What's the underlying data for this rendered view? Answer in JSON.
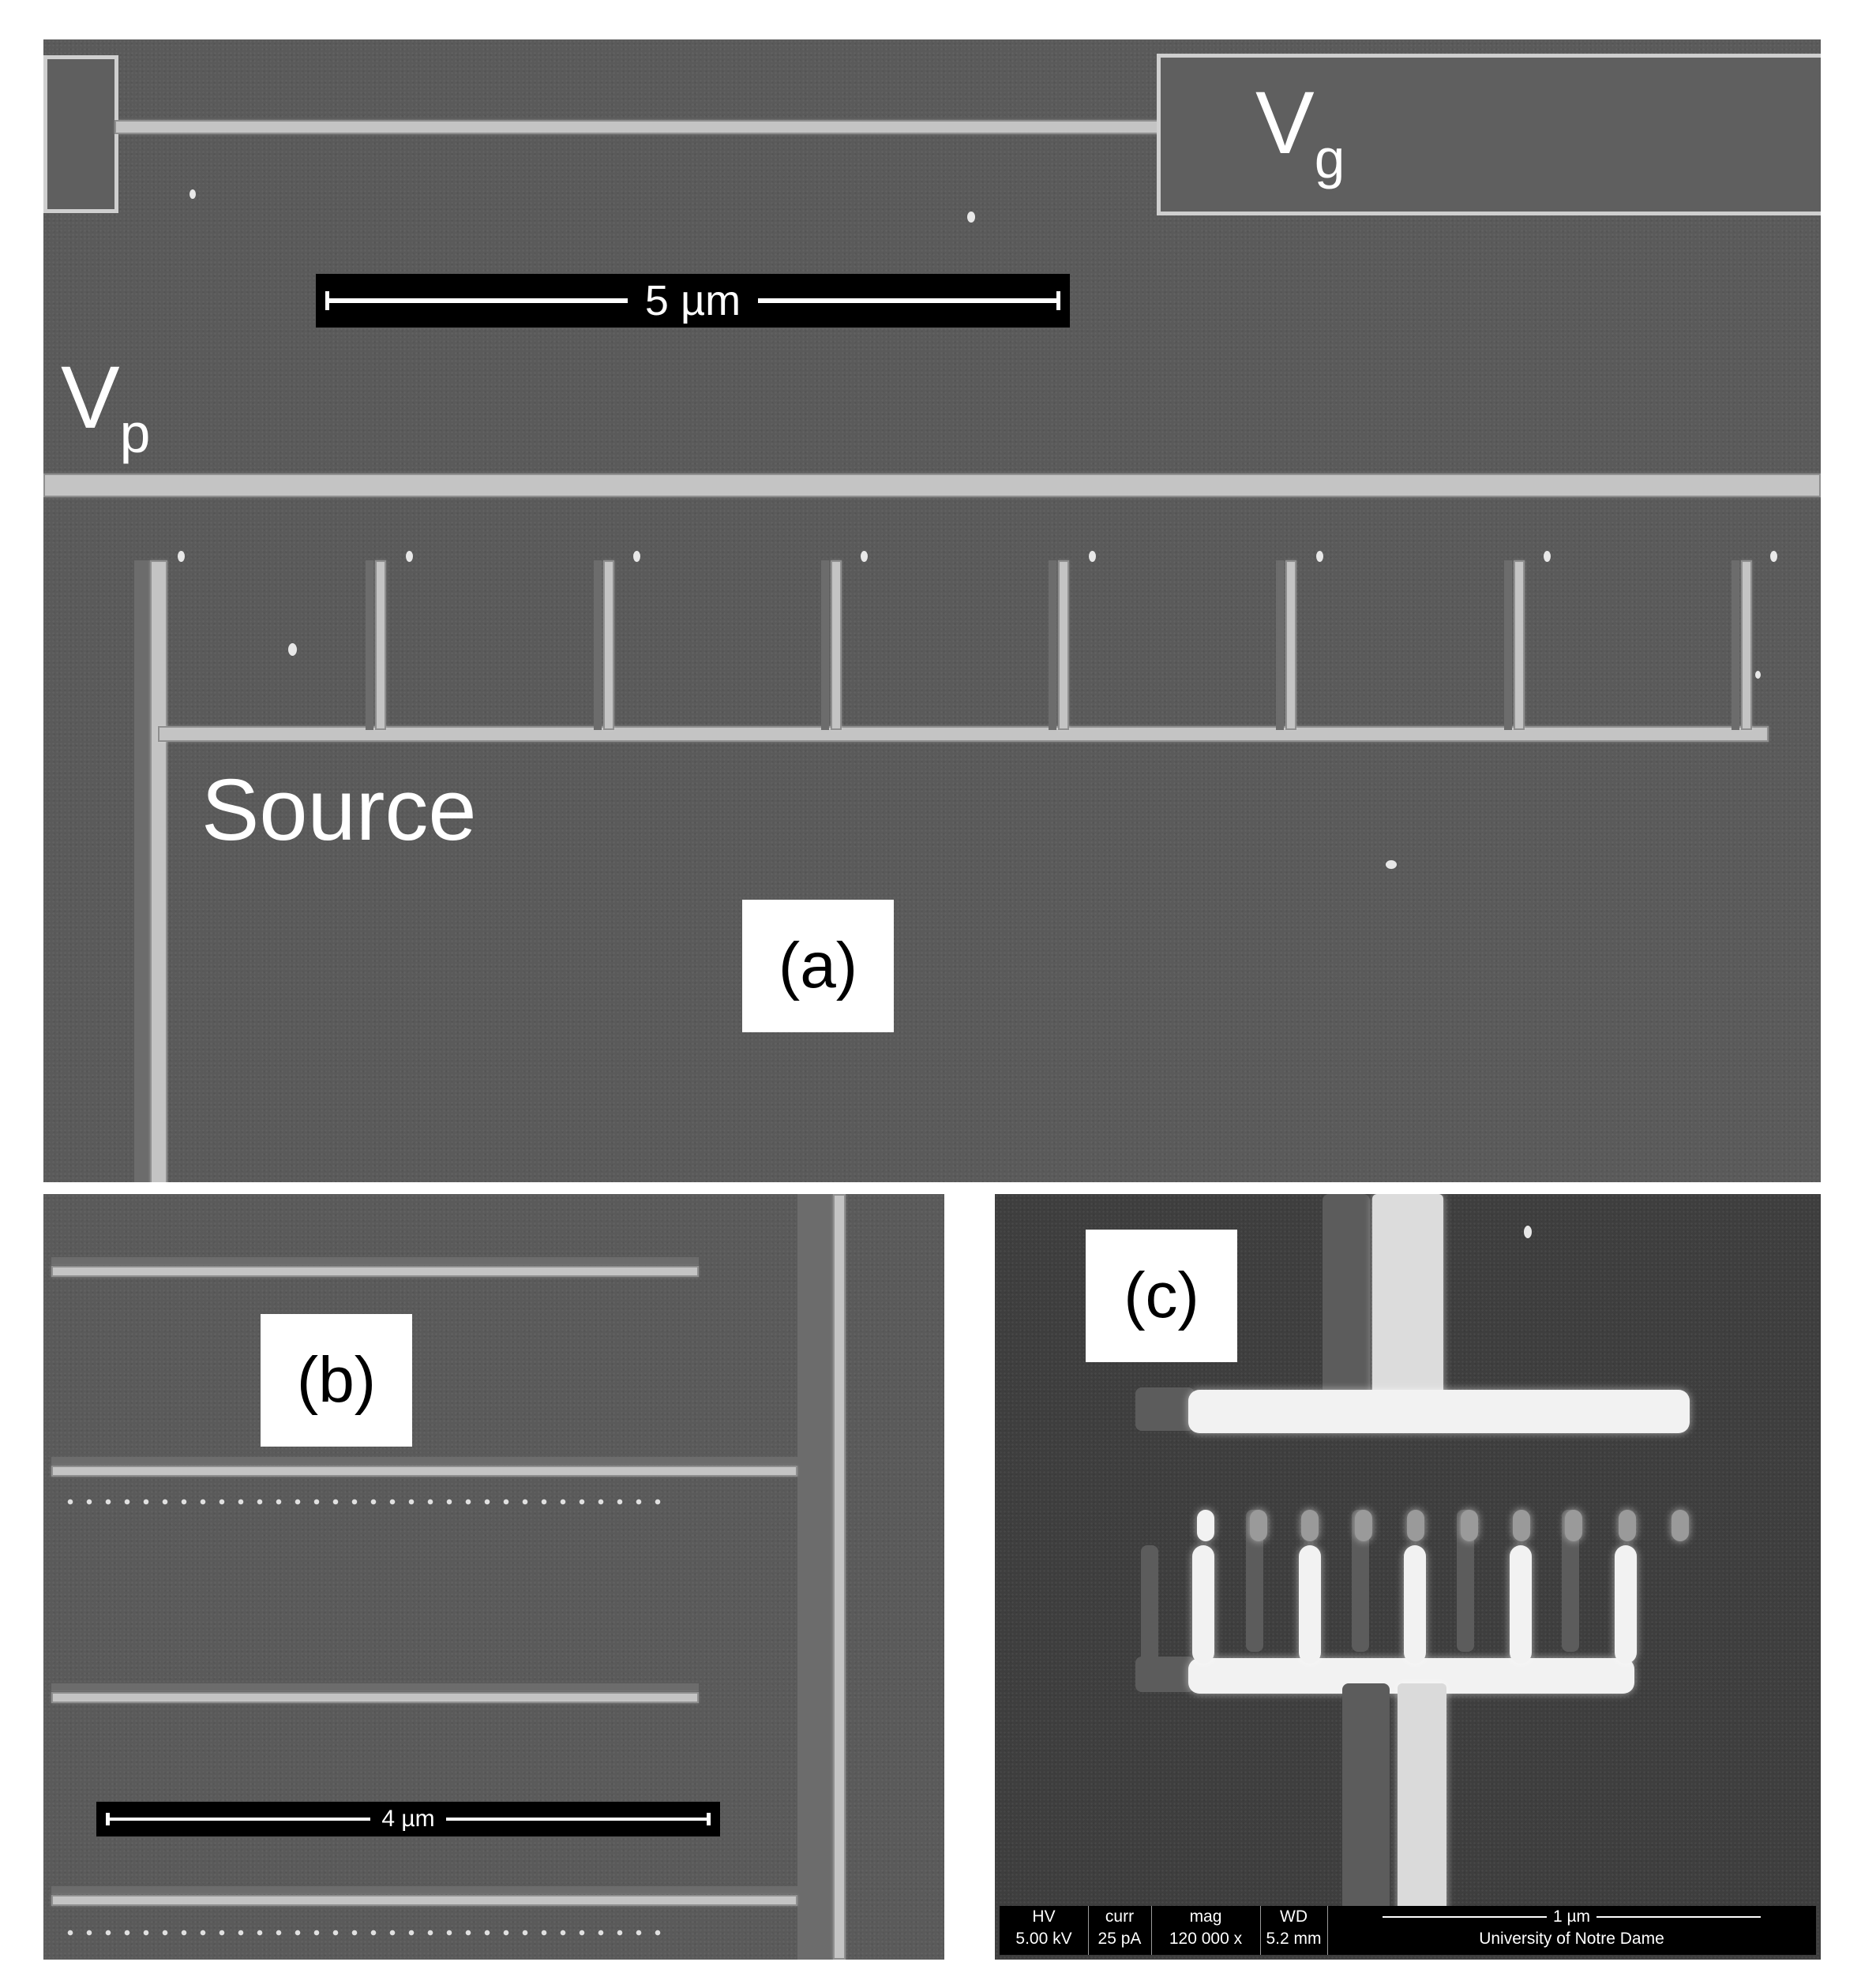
{
  "panel_a": {
    "label": "(a)",
    "vg_label": {
      "main": "V",
      "sub": "g"
    },
    "vp_label": {
      "main": "V",
      "sub": "p"
    },
    "source_label": "Source",
    "scalebar": "5 µm"
  },
  "panel_b": {
    "label": "(b)",
    "scalebar": "4 µm"
  },
  "panel_c": {
    "label": "(c)",
    "info_bar": {
      "hv_header": "HV",
      "hv_value": "5.00 kV",
      "curr_header": "curr",
      "curr_value": "25 pA",
      "mag_header": "mag",
      "mag_value": "120 000 x",
      "wd_header": "WD",
      "wd_value": "5.2 mm",
      "scale_label": "1 µm",
      "institution": "University of Notre Dame"
    }
  },
  "colors": {
    "substrate_a": "#5a5a5a",
    "substrate_c": "#3e3e3e",
    "metal": "#c4c4c4",
    "label_bg": "#ffffff"
  }
}
